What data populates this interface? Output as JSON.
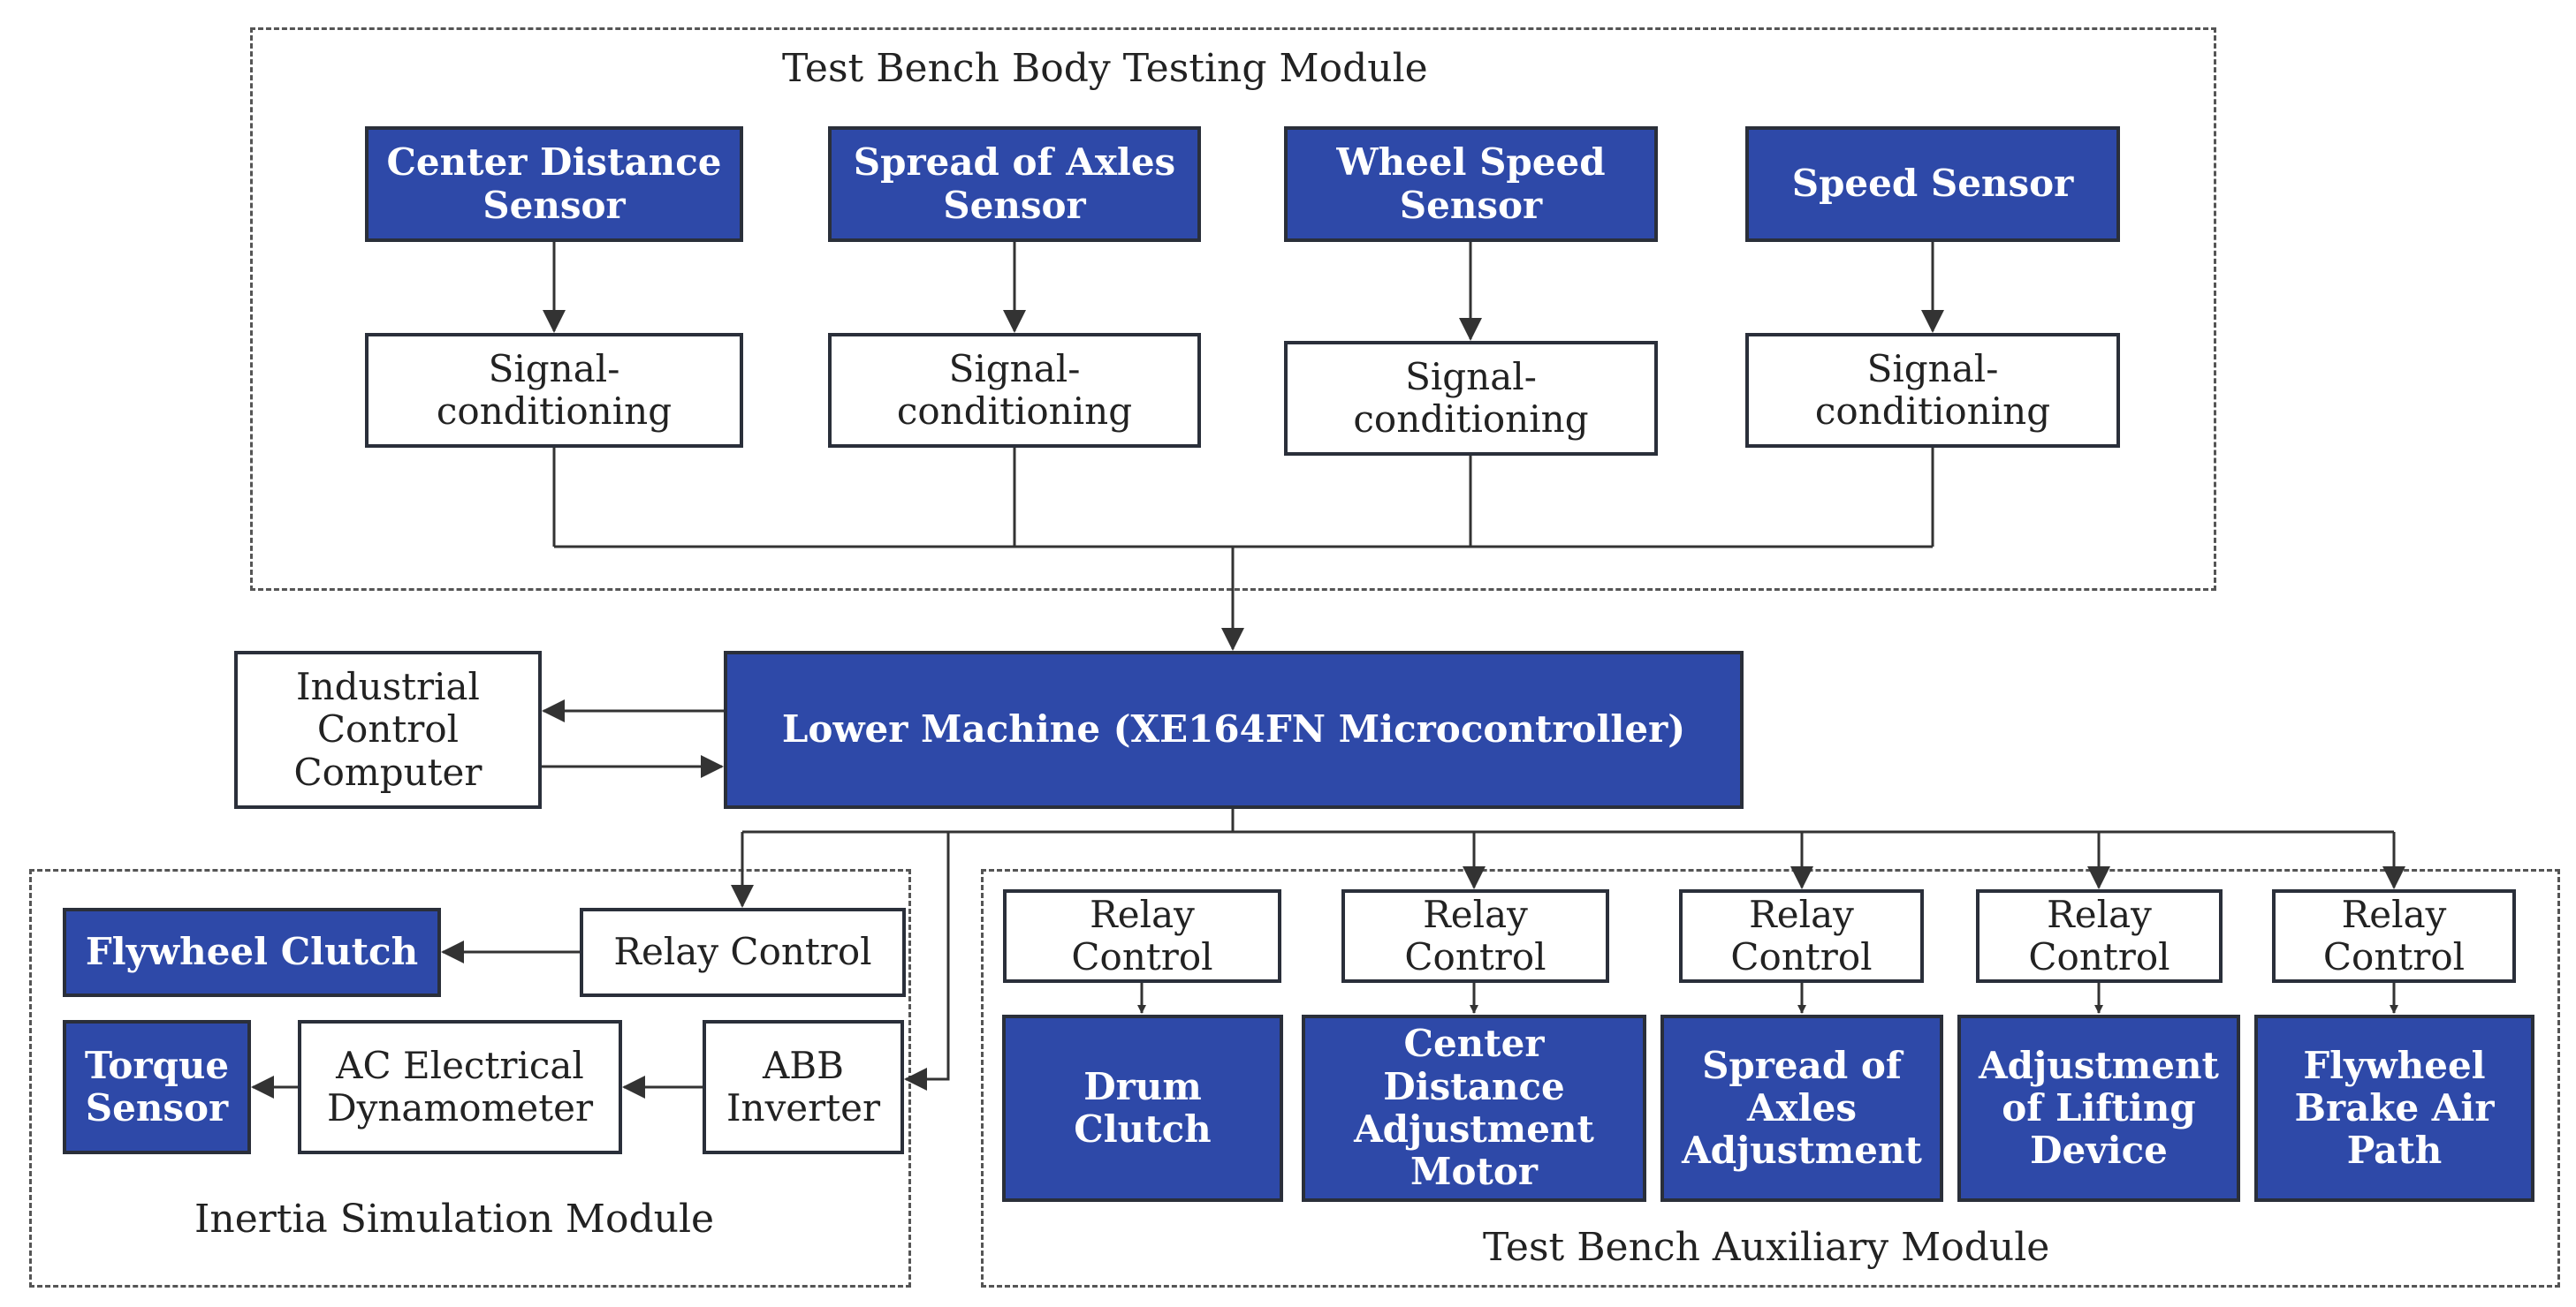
{
  "modules": {
    "body_testing": "Test Bench Body Testing Module",
    "inertia": "Inertia Simulation Module",
    "auxiliary": "Test Bench Auxiliary Module"
  },
  "sensors": {
    "center_distance": "Center Distance Sensor",
    "spread_axles": "Spread of Axles Sensor",
    "wheel_speed": "Wheel Speed Sensor",
    "speed": "Speed Sensor"
  },
  "signal_conditioning": "Signal-conditioning",
  "lower_machine": "Lower Machine (XE164FN Microcontroller)",
  "industrial_pc": "Industrial Control Computer",
  "inertia_parts": {
    "relay_control": "Relay Control",
    "flywheel_clutch": "Flywheel Clutch",
    "abb_inverter": "ABB Inverter",
    "ac_dynamometer": "AC Electrical Dynamometer",
    "torque_sensor": "Torque Sensor"
  },
  "auxiliary_parts": {
    "relay_control": "Relay Control",
    "drum_clutch": "Drum Clutch",
    "center_distance_motor": "Center Distance Adjustment Motor",
    "spread_axles_adjustment": "Spread of Axles Adjustment",
    "lifting_device": "Adjustment of Lifting Device",
    "flywheel_brake": "Flywheel Brake Air Path"
  },
  "colors": {
    "accent": "#2e49a8",
    "border": "#2a2f3a",
    "line": "#333333"
  }
}
